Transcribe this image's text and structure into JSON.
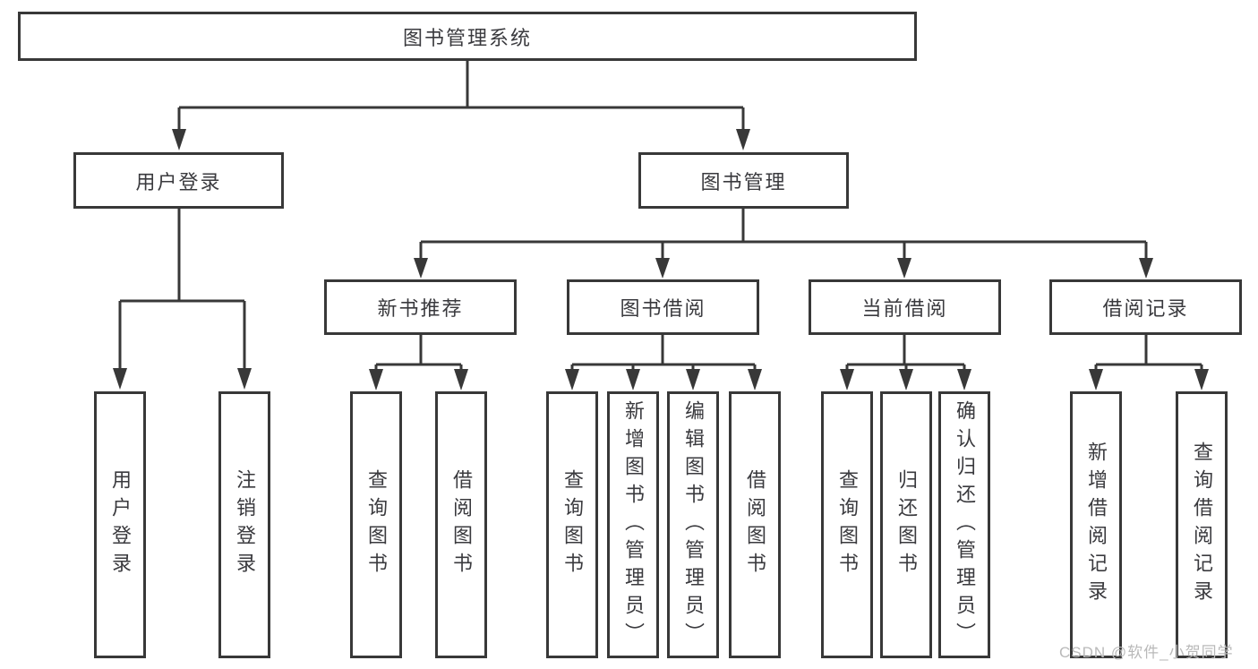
{
  "diagram": {
    "title": "图书管理系统",
    "nodes": {
      "root": "图书管理系统",
      "user_login": "用户登录",
      "book_mgmt": "图书管理",
      "new_book_rec": "新书推荐",
      "book_borrow": "图书借阅",
      "current_borrow": "当前借阅",
      "borrow_record": "借阅记录",
      "g1_user_login": "用户登录",
      "g1_logout": "注销登录",
      "g2_query_book": "查询图书",
      "g2_borrow_book": "借阅图书",
      "g3_query_book": "查询图书",
      "g3_add_book": "新增图书（管理员）",
      "g3_edit_book": "编辑图书（管理员）",
      "g3_borrow_book": "借阅图书",
      "g4_query_book": "查询图书",
      "g4_return_book": "归还图书",
      "g4_confirm_return": "确认归还（管理员）",
      "g5_add_record": "新增借阅记录",
      "g5_query_record": "查询借阅记录"
    },
    "watermark": "CSDN @软件_小贺同学",
    "colors": {
      "line": "#383838",
      "text": "#3a3a3e",
      "watermark": "#b9b9b9",
      "background": "#ffffff"
    }
  }
}
